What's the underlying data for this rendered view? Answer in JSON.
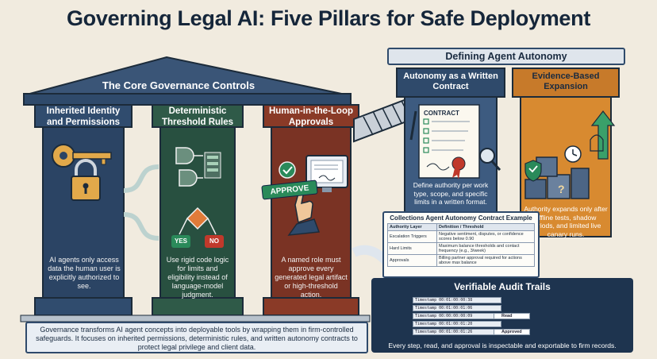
{
  "title": "Governing Legal AI: Five Pillars for Safe Deployment",
  "roof": {
    "label": "The Core Governance Controls"
  },
  "pillars": [
    {
      "title": "Inherited Identity and Permissions",
      "desc": "AI agents only access data the human user is explicitly authorized to see.",
      "color": "#2f4a6b"
    },
    {
      "title": "Deterministic Threshold Rules",
      "desc": "Use rigid code logic for limits and eligibility instead of language-model judgment.",
      "color": "#2e5a47"
    },
    {
      "title": "Human-in-the-Loop Approvals",
      "desc": "A named role must approve every generated legal artifact or high-threshold action.",
      "color": "#7a3324"
    }
  ],
  "illustrations": {
    "approve_button": "APPROVE",
    "yes_label": "YES",
    "no_label": "NO"
  },
  "autonomy": {
    "banner": "Defining Agent Autonomy",
    "columns": [
      {
        "title": "Autonomy as a Written Contract",
        "desc": "Define authority per work type, scope, and specific limits in a written format.",
        "doc_title": "CONTRACT"
      },
      {
        "title": "Evidence-Based Expansion",
        "desc": "Authority expands only after offline tests, shadow periods, and limited live canary runs."
      }
    ]
  },
  "contract_example": {
    "title": "Collections Agent Autonomy Contract Example",
    "headers": [
      "Authority Layer",
      "Definition / Threshold"
    ],
    "rows": [
      [
        "Escalation Triggers",
        "Negative sentiment, disputes, or confidence scores below 0.90"
      ],
      [
        "Hard Limits",
        "Maximum balance thresholds and contact frequency (e.g., 3/week)"
      ],
      [
        "Approvals",
        "Billing partner approval required for actions above max balance"
      ]
    ]
  },
  "audit": {
    "title": "Verifiable Audit Trails",
    "rows": [
      "Timestamp 00:01:00:00:38",
      "Timestamp 00:01:00:01:06",
      "Timestamp 00:00:00:00:09",
      "Timestamp 00:01:00:01:20",
      "Timestamp 00:01:00:01:26"
    ],
    "tags": [
      "Read",
      "Approved"
    ],
    "desc": "Every step, read, and approval is inspectable and exportable to firm records."
  },
  "summary": "Governance transforms AI agent concepts into deployable tools by wrapping them in firm-controlled safeguards. It focuses on inherited permissions, deterministic rules, and written autonomy contracts to protect legal privilege and client data."
}
